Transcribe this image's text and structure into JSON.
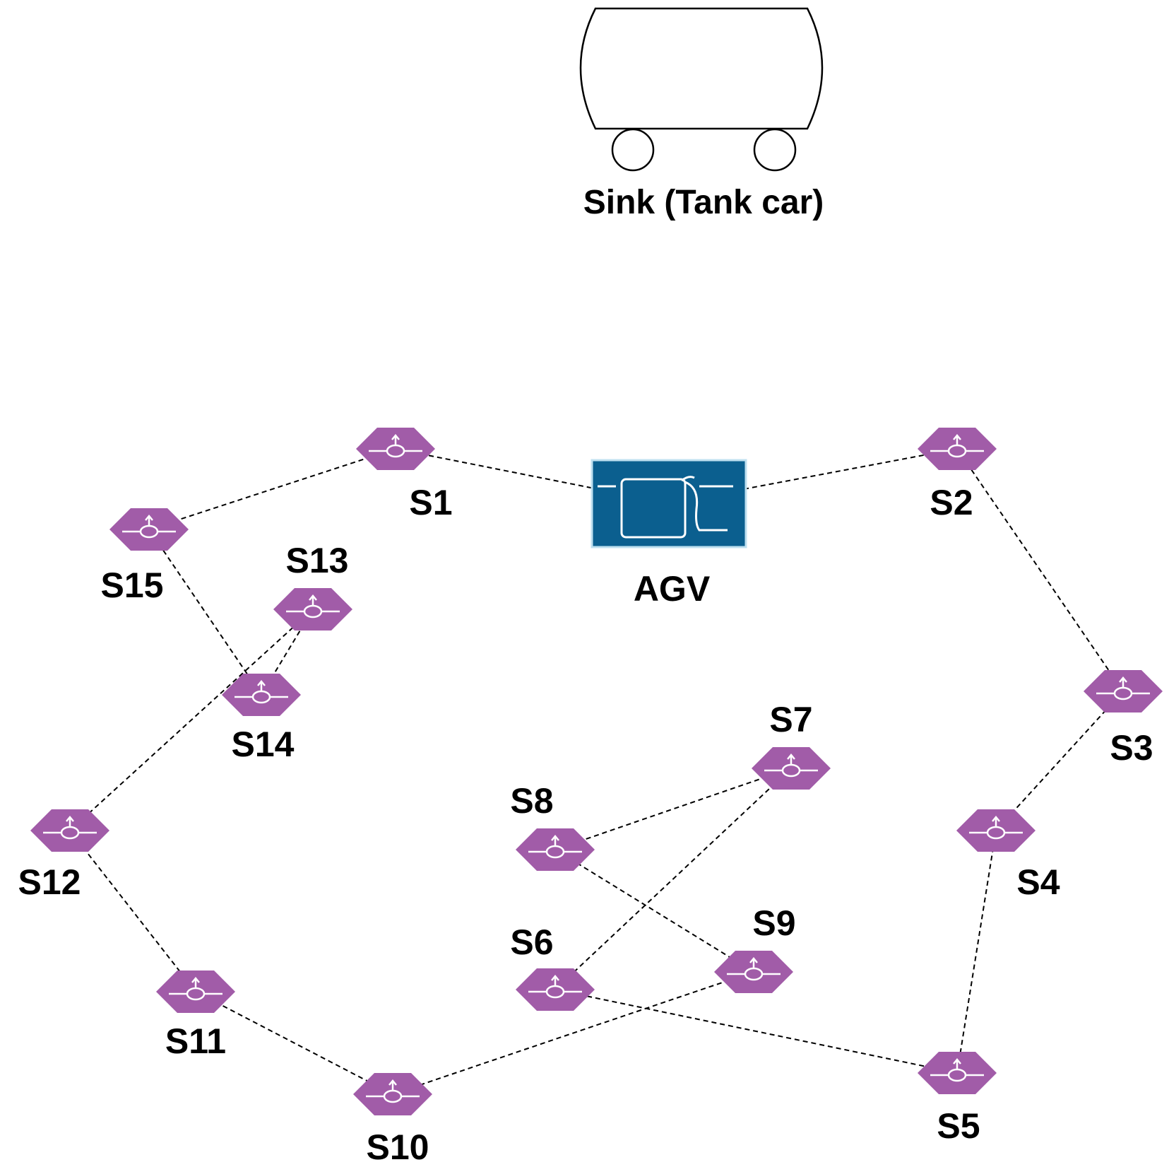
{
  "sink": {
    "label": "Sink (Tank car)"
  },
  "agv": {
    "label": "AGV",
    "color": "#0b5f8f"
  },
  "node_color": "#a15ca8",
  "nodes": [
    {
      "id": "S1",
      "label": "S1"
    },
    {
      "id": "S2",
      "label": "S2"
    },
    {
      "id": "S3",
      "label": "S3"
    },
    {
      "id": "S4",
      "label": "S4"
    },
    {
      "id": "S5",
      "label": "S5"
    },
    {
      "id": "S6",
      "label": "S6"
    },
    {
      "id": "S7",
      "label": "S7"
    },
    {
      "id": "S8",
      "label": "S8"
    },
    {
      "id": "S9",
      "label": "S9"
    },
    {
      "id": "S10",
      "label": "S10"
    },
    {
      "id": "S11",
      "label": "S11"
    },
    {
      "id": "S12",
      "label": "S12"
    },
    {
      "id": "S13",
      "label": "S13"
    },
    {
      "id": "S14",
      "label": "S14"
    },
    {
      "id": "S15",
      "label": "S15"
    }
  ],
  "edges": [
    [
      "S1",
      "AGV"
    ],
    [
      "AGV",
      "S2"
    ],
    [
      "S2",
      "S3"
    ],
    [
      "S3",
      "S4"
    ],
    [
      "S4",
      "S5"
    ],
    [
      "S5",
      "S6"
    ],
    [
      "S6",
      "S7"
    ],
    [
      "S7",
      "S8"
    ],
    [
      "S8",
      "S9"
    ],
    [
      "S9",
      "S10"
    ],
    [
      "S10",
      "S11"
    ],
    [
      "S11",
      "S12"
    ],
    [
      "S12",
      "S13"
    ],
    [
      "S13",
      "S14"
    ],
    [
      "S14",
      "S15"
    ],
    [
      "S15",
      "S1"
    ]
  ]
}
